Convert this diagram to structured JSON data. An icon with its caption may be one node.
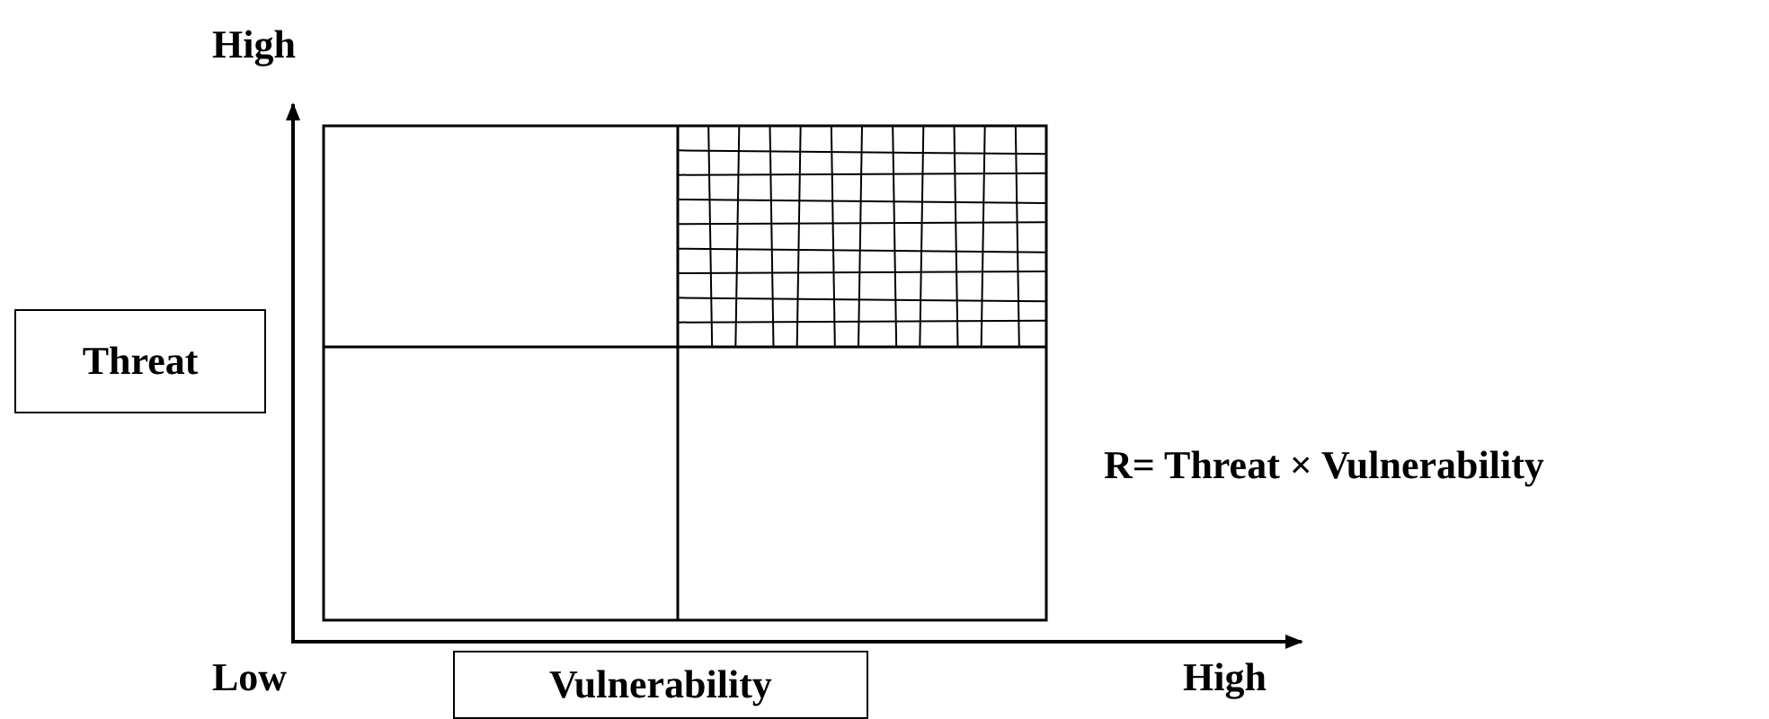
{
  "diagram": {
    "nodes": [
      {
        "text": [
          "Threat"
        ]
      },
      {
        "text": [
          "Vulnerability"
        ]
      }
    ],
    "labels": [
      "High",
      "R= Threat × Vulnerability",
      "Low",
      "High"
    ]
  }
}
